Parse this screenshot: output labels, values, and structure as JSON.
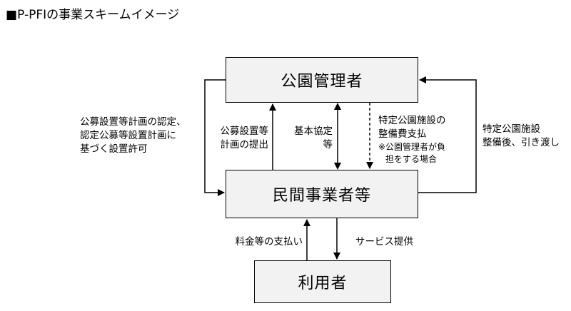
{
  "title": "■P-PFIの事業スキームイメージ",
  "boxes": {
    "admin": "公園管理者",
    "private": "民間事業者等",
    "user": "利用者"
  },
  "labels": {
    "approval": [
      "公募設置等計画の認定、",
      "認定公募等設置計画に",
      "基づく設置許可"
    ],
    "submit": [
      "公募設置等",
      "計画の提出"
    ],
    "agreement": [
      "基本協定",
      "等"
    ],
    "payment": [
      "特定公園施設の",
      "整備費支払"
    ],
    "payment_note": [
      "※公園管理者が負",
      "担をする場合"
    ],
    "handover": [
      "特定公園施設",
      "整備後、引き渡し"
    ],
    "fee": "料金等の支払い",
    "service": "サービス提供"
  }
}
